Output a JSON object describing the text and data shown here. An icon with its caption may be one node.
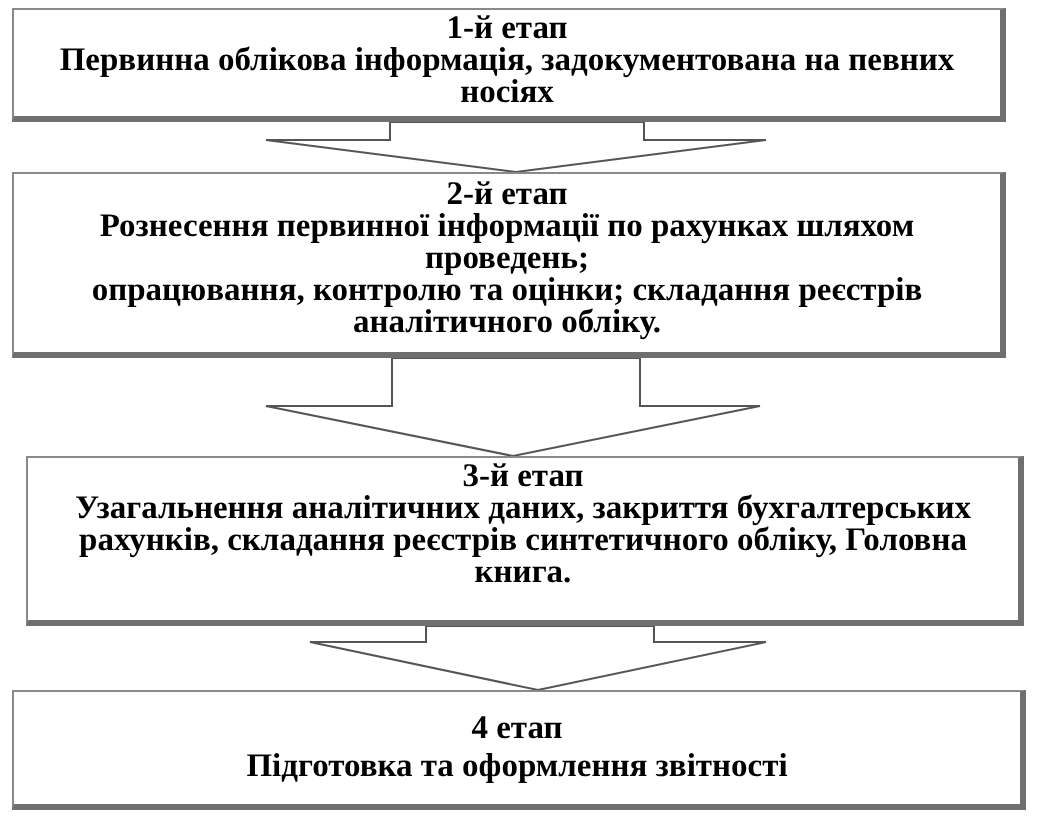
{
  "diagram": {
    "nodes": [
      {
        "text": [
          "1-й етап",
          "Первинна облікова інформація, задокументована на певних носіях"
        ]
      },
      {
        "text": [
          "2-й етап",
          "Рознесення первинної інформації по рахунках шляхом проведень;",
          "опрацювання, контролю та оцінки; складання реєстрів аналітичного обліку."
        ]
      },
      {
        "text": [
          "3-й етап",
          "Узагальнення аналітичних даних, закриття бухгалтерських рахунків, складання реєстрів синтетичного обліку, Головна книга."
        ]
      },
      {
        "text": [
          "4 етап",
          "Підготовка та оформлення звітності"
        ]
      }
    ],
    "edges": [
      {
        "from": 0,
        "to": 1,
        "arrow": "to"
      },
      {
        "from": 1,
        "to": 2,
        "arrow": "to"
      },
      {
        "from": 2,
        "to": 3,
        "arrow": "to"
      }
    ]
  }
}
